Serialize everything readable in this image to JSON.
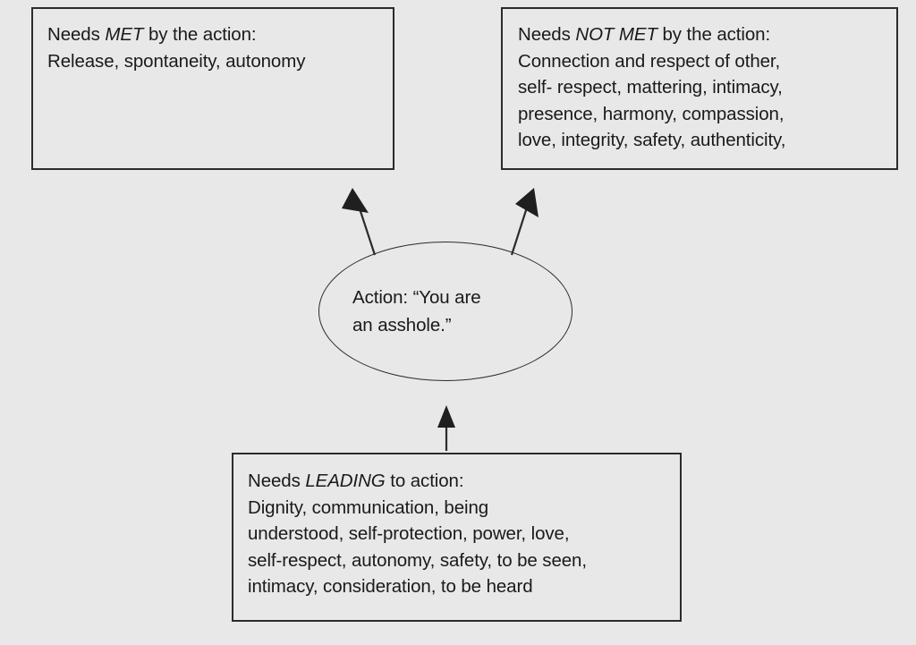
{
  "diagram": {
    "background_color": "#e8e8e8",
    "stroke_color": "#2b2b2b",
    "text_color": "#1a1a1a",
    "nodes": {
      "needs_met": {
        "title_prefix": "Needs ",
        "title_emphasis": "MET",
        "title_suffix": " by the action:",
        "body": "Release, spontaneity, autonomy"
      },
      "needs_not_met": {
        "title_prefix": "Needs ",
        "title_emphasis": "NOT MET",
        "title_suffix": " by the action:",
        "body": "Connection and respect of other,\nself- respect, mattering, intimacy,\npresence, harmony, compassion,\nlove, integrity, safety, authenticity,"
      },
      "action": {
        "label": "Action: “You are\nan asshole.”"
      },
      "needs_leading": {
        "title_prefix": "Needs ",
        "title_emphasis": "LEADING",
        "title_suffix": " to action:",
        "body": "Dignity, communication, being\nunderstood, self-protection, power, love,\nself-respect, autonomy, safety, to be seen,\nintimacy, consideration, to be heard"
      }
    },
    "edges": [
      {
        "name": "arrow-action-to-needs-met",
        "from": "action",
        "to": "needs_met",
        "direction": "up-left"
      },
      {
        "name": "arrow-action-to-needs-not-met",
        "from": "action",
        "to": "needs_not_met",
        "direction": "up-right"
      },
      {
        "name": "arrow-needs-leading-to-action",
        "from": "needs_leading",
        "to": "action",
        "direction": "up"
      }
    ]
  }
}
